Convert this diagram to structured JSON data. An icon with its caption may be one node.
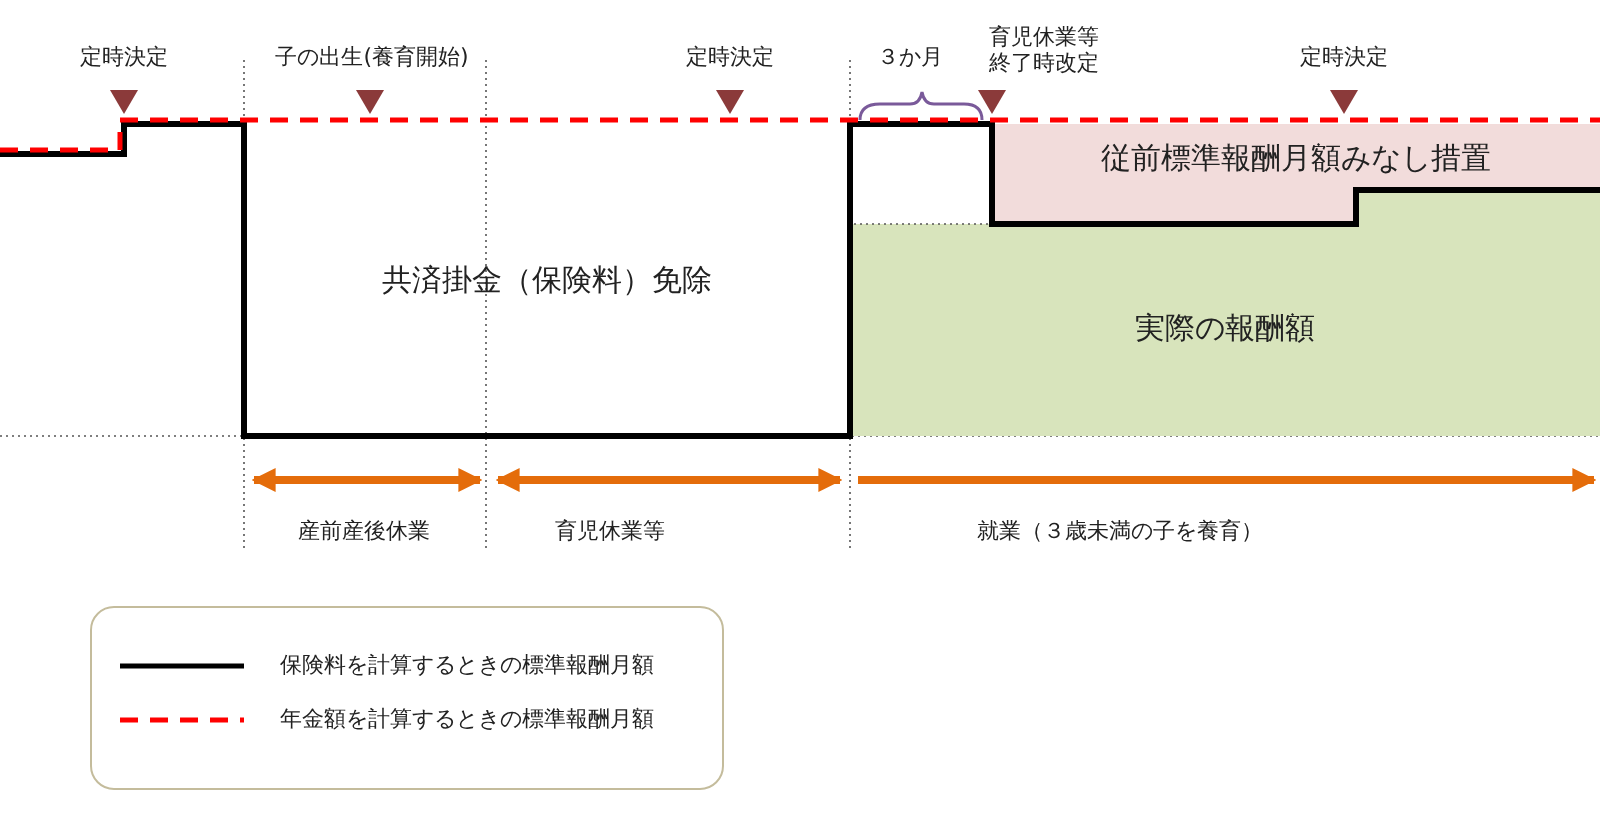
{
  "diagram": {
    "nodes": [
      {
        "text": [
          "共済掛金（保険料）免除"
        ]
      },
      {
        "text": [
          "従前標準報酬月額みなし措置"
        ]
      },
      {
        "text": [
          "実際の報酬額"
        ]
      }
    ],
    "labels": [
      "定時決定",
      "子の出生(養育開始)",
      "定時決定",
      "３か月",
      "育児休業等終了時改定",
      "定時決定",
      "産前産後休業",
      "育児休業等",
      "就業（３歳未満の子を養育）"
    ],
    "legend": [
      {
        "text": "保険料を計算するときの標準報酬月額"
      },
      {
        "text": "年金額を計算するときの標準報酬月額"
      }
    ]
  }
}
